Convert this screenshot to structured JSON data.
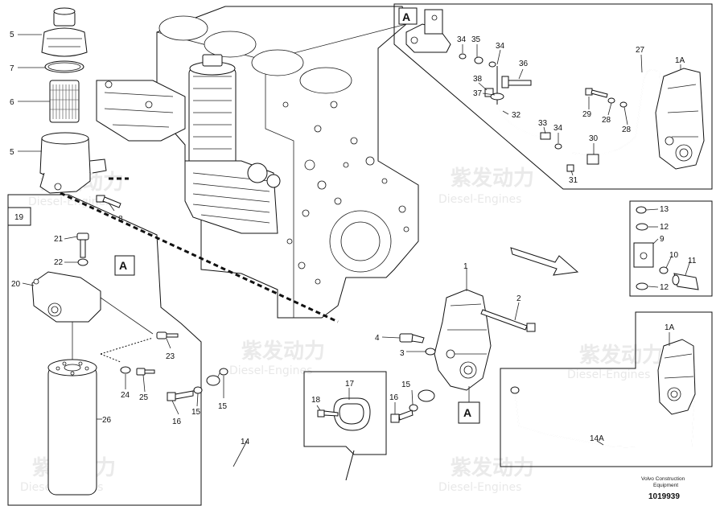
{
  "watermark": {
    "brand": "紫发动力",
    "brand_en": "Diesel-Engines"
  },
  "callouts": {
    "top_left": [
      "5",
      "7",
      "6",
      "5",
      "8"
    ],
    "engine_block": [
      "1",
      "2",
      "3",
      "4"
    ],
    "box_a": [
      "A",
      "34",
      "35",
      "34",
      "36",
      "38",
      "37",
      "32",
      "33",
      "34",
      "29",
      "28",
      "28",
      "30",
      "31",
      "27",
      "1A"
    ],
    "box_19": [
      "19",
      "21",
      "22",
      "A",
      "20",
      "23",
      "24",
      "25",
      "26"
    ],
    "box_right_small": [
      "13",
      "12",
      "9",
      "10",
      "11",
      "12"
    ],
    "bottom": [
      "14",
      "15",
      "15",
      "16",
      "16",
      "15",
      "17",
      "18",
      "A"
    ],
    "box_right_bottom": [
      "1A",
      "14A"
    ]
  },
  "footer": {
    "line1": "Volvo Construction",
    "line2": "Equipment",
    "drawing_number": "1019939"
  }
}
